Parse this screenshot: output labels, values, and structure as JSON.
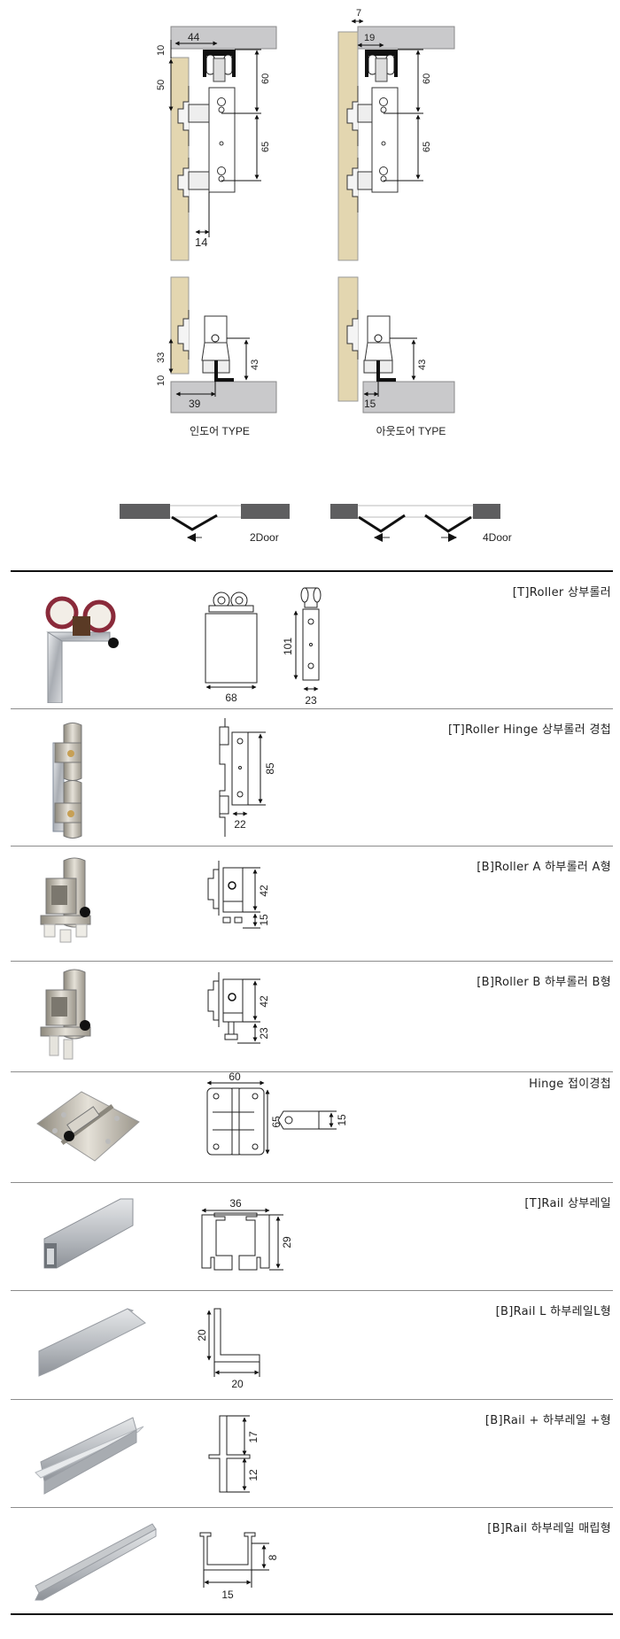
{
  "install_diagrams": {
    "indoor": {
      "caption": "인도어 TYPE",
      "dims": {
        "top_offset": "44",
        "gap_top": "10",
        "door_top": "50",
        "roller_height": "60",
        "hole_spacing": "65",
        "plate_offset": "14",
        "bottom_height": "33",
        "gap_bottom": "10",
        "bottom_roller": "43",
        "rail_offset": "39"
      }
    },
    "outdoor": {
      "caption": "아웃도어 TYPE",
      "dims": {
        "overlap": "7",
        "top_offset": "19",
        "roller_height": "60",
        "hole_spacing": "65",
        "bottom_roller": "43",
        "rail_offset": "15"
      }
    }
  },
  "door_configs": [
    {
      "label": "2Door"
    },
    {
      "label": "4Door"
    }
  ],
  "colors": {
    "door": "#e3d6b0",
    "frame": "#c9c9cb",
    "frame_dark": "#5e5e60",
    "rule": "#8c8c8c"
  },
  "products": [
    {
      "title": "[T]Roller 상부롤러",
      "dims": [
        "68",
        "101",
        "23"
      ]
    },
    {
      "title": "[T]Roller Hinge 상부롤러 경첩",
      "dims": [
        "85",
        "22"
      ]
    },
    {
      "title": "[B]Roller A 하부롤러 A형",
      "dims": [
        "42",
        "15"
      ]
    },
    {
      "title": "[B]Roller B 하부롤러 B형",
      "dims": [
        "42",
        "23"
      ]
    },
    {
      "title": "Hinge 접이경첩",
      "dims": [
        "60",
        "65",
        "15"
      ]
    },
    {
      "title": "[T]Rail 상부레일",
      "dims": [
        "36",
        "29"
      ]
    },
    {
      "title": "[B]Rail L 하부레일L형",
      "dims": [
        "20",
        "20"
      ]
    },
    {
      "title": "[B]Rail + 하부레일 +형",
      "dims": [
        "17",
        "12"
      ]
    },
    {
      "title": "[B]Rail 하부레일 매립형",
      "dims": [
        "8",
        "15"
      ]
    }
  ]
}
